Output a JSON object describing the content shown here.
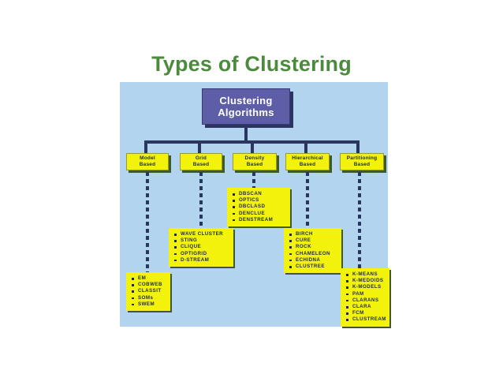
{
  "slide": {
    "title": "Types of Clustering",
    "title_color": "#4c8a3d",
    "panel_background": "#b3d4ef"
  },
  "diagram": {
    "root": {
      "label_line1": "Clustering",
      "label_line2": "Algorithms",
      "fill_color": "#5e5ea8",
      "text_color": "#ffffff"
    },
    "node_fill_color": "#f2f20c",
    "node_text_color": "#1d2a4d",
    "connector_color": "#2a3560",
    "categories": [
      {
        "name": "model-based",
        "label_line1": "Model",
        "label_line2": "Based",
        "algorithms": [
          "EM",
          "COBWEB",
          "CLASSIT",
          "SOMs",
          "SWEM"
        ]
      },
      {
        "name": "grid-based",
        "label_line1": "Grid",
        "label_line2": "Based",
        "algorithms": [
          "WAVE CLUSTER",
          "STING",
          "CLIQUE",
          "OPTIGRID",
          "D-STREAM"
        ]
      },
      {
        "name": "density-based",
        "label_line1": "Density",
        "label_line2": "Based",
        "algorithms": [
          "DBSCAN",
          "OPTICS",
          "DBCLASD",
          "DENCLUE",
          "DENSTREAM"
        ]
      },
      {
        "name": "hierarchical-based",
        "label_line1": "Hierarchical",
        "label_line2": "Based",
        "algorithms": [
          "BIRCH",
          "CURE",
          "ROCK",
          "CHAMELEON",
          "ECHIDNA",
          "CLUSTREE"
        ]
      },
      {
        "name": "partitioning-based",
        "label_line1": "Partitioning",
        "label_line2": "Based",
        "algorithms": [
          "K-MEANS",
          "K-MEDOIDS",
          "K-MODELS",
          "PAM",
          "CLARANS",
          "CLARA",
          "FCM",
          "CLUSTREAM"
        ]
      }
    ]
  }
}
